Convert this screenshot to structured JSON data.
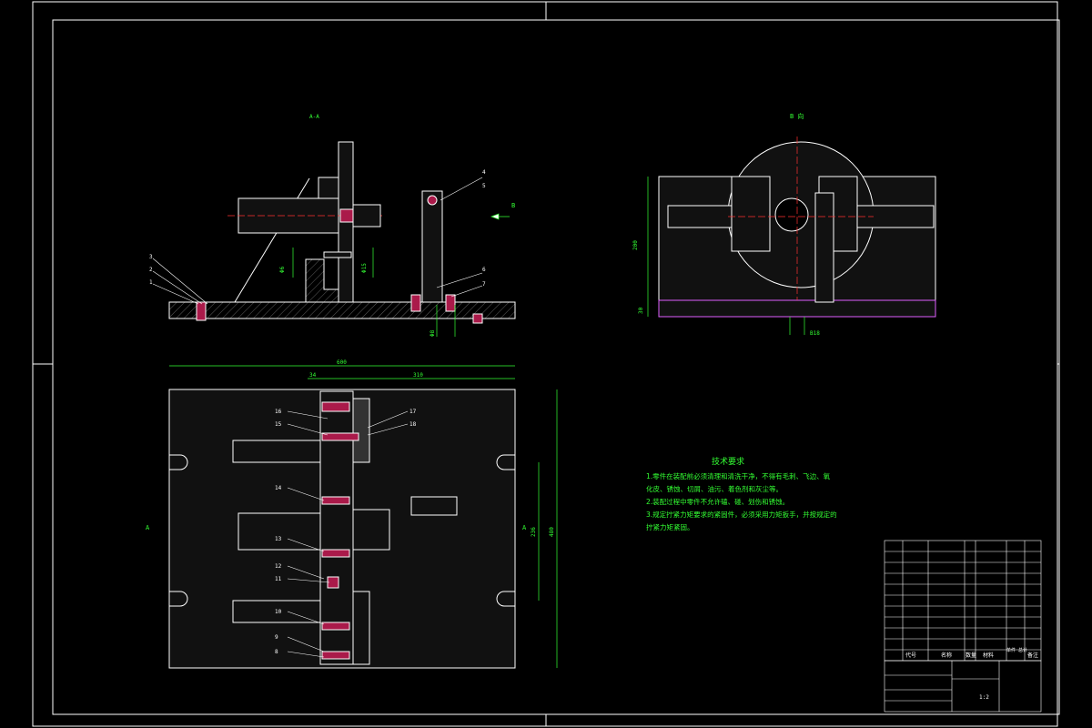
{
  "views": {
    "side_view_label": "A-A",
    "top_view_label": "B 向",
    "arrow_label": "B",
    "section_label_left": "A",
    "section_label_right": "A"
  },
  "dimensions": {
    "overall_width": "600",
    "part_span_left": "34",
    "part_span_right": "310",
    "overall_height": "480",
    "inner_height": "236",
    "side_d1": "Φ6",
    "side_d2": "Φ15",
    "side_d3": "Φ8",
    "top_height": "200",
    "top_base": "30",
    "top_key": "B18"
  },
  "callouts": [
    "1",
    "2",
    "3",
    "4",
    "5",
    "6",
    "7",
    "8",
    "9",
    "10",
    "11",
    "12",
    "13",
    "14",
    "15",
    "16",
    "17",
    "18"
  ],
  "tech_requirements": {
    "title": "技术要求",
    "lines": [
      "1.零件在装配前必须清理和清洗干净，不得有毛刺、飞边、氧",
      "化皮、锈蚀、切屑、油污、着色剂和灰尘等。",
      "2.装配过程中零件不允许磕、碰、划伤和锈蚀。",
      "3.规定拧紧力矩要求的紧固件，必须采用力矩扳手，并按规定的",
      "拧紧力矩紧固。"
    ]
  },
  "title_block": {
    "header_code": "代号",
    "header_name": "名称",
    "header_qty": "数量",
    "header_material": "材料",
    "header_weight": "单件 总计",
    "header_note": "备注",
    "scale": "1:2"
  }
}
